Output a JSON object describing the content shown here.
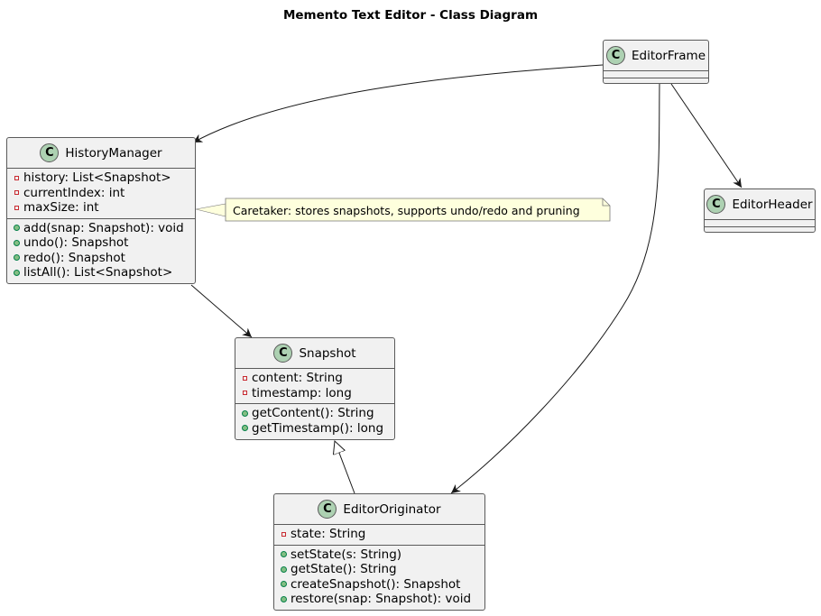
{
  "title": "Memento Text Editor - Class Diagram",
  "badge_letter": "C",
  "classes": {
    "editor_frame": {
      "name": "EditorFrame",
      "attributes": [],
      "operations": []
    },
    "editor_header": {
      "name": "EditorHeader",
      "attributes": [],
      "operations": []
    },
    "history_manager": {
      "name": "HistoryManager",
      "attributes": [
        {
          "visibility": "private",
          "text": "history: List<Snapshot>"
        },
        {
          "visibility": "private",
          "text": "currentIndex: int"
        },
        {
          "visibility": "private",
          "text": "maxSize: int"
        }
      ],
      "operations": [
        {
          "visibility": "public",
          "text": "add(snap: Snapshot): void"
        },
        {
          "visibility": "public",
          "text": "undo(): Snapshot"
        },
        {
          "visibility": "public",
          "text": "redo(): Snapshot"
        },
        {
          "visibility": "public",
          "text": "listAll(): List<Snapshot>"
        }
      ]
    },
    "snapshot": {
      "name": "Snapshot",
      "attributes": [
        {
          "visibility": "private",
          "text": "content: String"
        },
        {
          "visibility": "private",
          "text": "timestamp: long"
        }
      ],
      "operations": [
        {
          "visibility": "public",
          "text": "getContent(): String"
        },
        {
          "visibility": "public",
          "text": "getTimestamp(): long"
        }
      ]
    },
    "editor_originator": {
      "name": "EditorOriginator",
      "attributes": [
        {
          "visibility": "private",
          "text": "state: String"
        }
      ],
      "operations": [
        {
          "visibility": "public",
          "text": "setState(s: String)"
        },
        {
          "visibility": "public",
          "text": "getState(): String"
        },
        {
          "visibility": "public",
          "text": "createSnapshot(): Snapshot"
        },
        {
          "visibility": "public",
          "text": "restore(snap: Snapshot): void"
        }
      ]
    }
  },
  "note": {
    "text": "Caretaker: stores snapshots, supports undo/redo and pruning",
    "attached_to": "HistoryManager"
  },
  "relationships": [
    {
      "from": "EditorFrame",
      "to": "HistoryManager",
      "type": "association"
    },
    {
      "from": "EditorFrame",
      "to": "EditorHeader",
      "type": "association"
    },
    {
      "from": "EditorFrame",
      "to": "EditorOriginator",
      "type": "association"
    },
    {
      "from": "HistoryManager",
      "to": "Snapshot",
      "type": "association"
    },
    {
      "from": "EditorOriginator",
      "to": "Snapshot",
      "type": "generalization"
    }
  ],
  "colors": {
    "class_fill": "#f1f1f1",
    "class_border": "#5a5a5a",
    "badge_fill": "#add1b2",
    "note_fill": "#feffdd",
    "private_marker": "#c82930",
    "public_marker": "#84be84"
  }
}
